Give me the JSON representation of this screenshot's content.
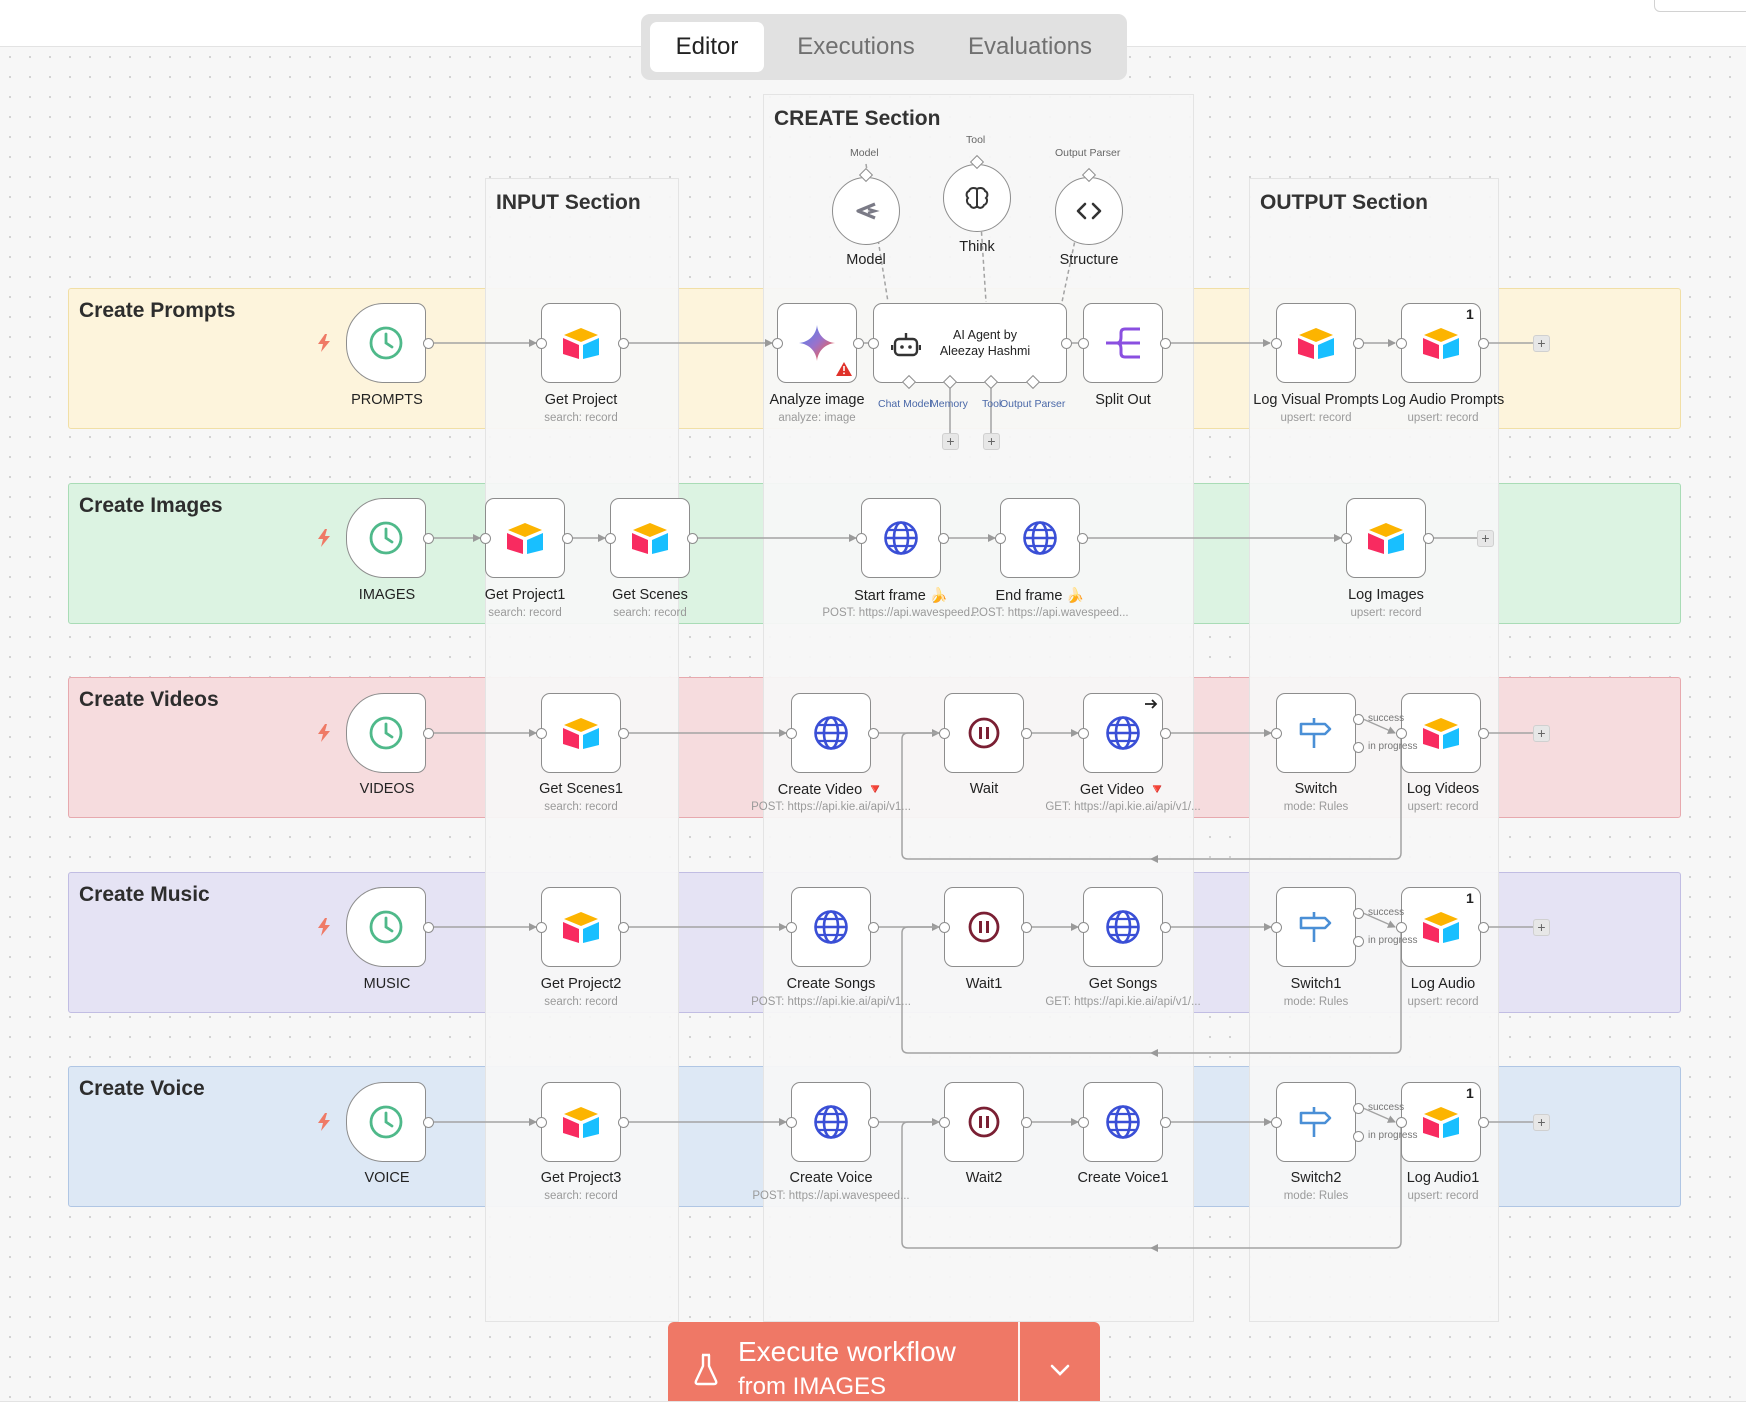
{
  "tabs": [
    {
      "label": "Editor",
      "active": true
    },
    {
      "label": "Executions",
      "active": false
    },
    {
      "label": "Evaluations",
      "active": false
    }
  ],
  "sections": {
    "create": "CREATE Section",
    "input": "INPUT Section",
    "output": "OUTPUT Section"
  },
  "lanes": [
    {
      "title": "Create Prompts",
      "color": "#fdf4dc"
    },
    {
      "title": "Create Images",
      "color": "#dcf3e2"
    },
    {
      "title": "Create Videos",
      "color": "#f6dcde"
    },
    {
      "title": "Create Music",
      "color": "#e5e3f4"
    },
    {
      "title": "Create Voice",
      "color": "#dde8f5"
    }
  ],
  "nodes": {
    "prompts_trigger": {
      "label": "PROMPTS"
    },
    "get_project": {
      "label": "Get Project",
      "sub": "search: record"
    },
    "analyze_image": {
      "label": "Analyze image",
      "sub": "analyze: image"
    },
    "ai_agent": {
      "line1": "AI Agent by",
      "line2": "Aleezay Hashmi"
    },
    "split_out": {
      "label": "Split Out"
    },
    "log_visual_prompts": {
      "label": "Log Visual Prompts",
      "sub": "upsert: record"
    },
    "log_audio_prompts": {
      "label": "Log Audio Prompts",
      "sub": "upsert: record",
      "badge": "1"
    },
    "images_trigger": {
      "label": "IMAGES"
    },
    "get_project1": {
      "label": "Get Project1",
      "sub": "search: record"
    },
    "get_scenes": {
      "label": "Get Scenes",
      "sub": "search: record"
    },
    "start_frame": {
      "label": "Start frame 🍌",
      "sub": "POST: https://api.wavespeed..."
    },
    "end_frame": {
      "label": "End frame 🍌",
      "sub": "POST: https://api.wavespeed..."
    },
    "log_images": {
      "label": "Log Images",
      "sub": "upsert: record"
    },
    "videos_trigger": {
      "label": "VIDEOS"
    },
    "get_scenes1": {
      "label": "Get Scenes1",
      "sub": "search: record"
    },
    "create_video": {
      "label": "Create Video 🔻",
      "sub": "POST: https://api.kie.ai/api/v1..."
    },
    "wait": {
      "label": "Wait"
    },
    "get_video": {
      "label": "Get Video 🔻",
      "sub": "GET: https://api.kie.ai/api/v1/..."
    },
    "switch": {
      "label": "Switch",
      "sub": "mode: Rules"
    },
    "log_videos": {
      "label": "Log Videos",
      "sub": "upsert: record"
    },
    "music_trigger": {
      "label": "MUSIC"
    },
    "get_project2": {
      "label": "Get Project2",
      "sub": "search: record"
    },
    "create_songs": {
      "label": "Create Songs",
      "sub": "POST: https://api.kie.ai/api/v1..."
    },
    "wait1": {
      "label": "Wait1"
    },
    "get_songs": {
      "label": "Get Songs",
      "sub": "GET: https://api.kie.ai/api/v1/..."
    },
    "switch1": {
      "label": "Switch1",
      "sub": "mode: Rules"
    },
    "log_audio": {
      "label": "Log Audio",
      "sub": "upsert: record",
      "badge": "1"
    },
    "voice_trigger": {
      "label": "VOICE"
    },
    "get_project3": {
      "label": "Get Project3",
      "sub": "search: record"
    },
    "create_voice": {
      "label": "Create Voice",
      "sub": "POST: https://api.wavespeed..."
    },
    "wait2": {
      "label": "Wait2"
    },
    "create_voice1": {
      "label": "Create Voice1"
    },
    "switch2": {
      "label": "Switch2",
      "sub": "mode: Rules"
    },
    "log_audio1": {
      "label": "Log Audio1",
      "sub": "upsert: record",
      "badge": "1"
    }
  },
  "sub_nodes": {
    "model": {
      "label": "Model",
      "port_label": "Model"
    },
    "think": {
      "label": "Think",
      "port_label": "Tool"
    },
    "structure": {
      "label": "Structure",
      "port_label": "Output Parser"
    }
  },
  "agent_ports": [
    "Chat Model",
    "Memory",
    "Tool",
    "Output Parser"
  ],
  "switch_outputs": [
    "success",
    "in progress"
  ],
  "execute_button": {
    "line1": "Execute workflow",
    "line2": "from IMAGES"
  }
}
